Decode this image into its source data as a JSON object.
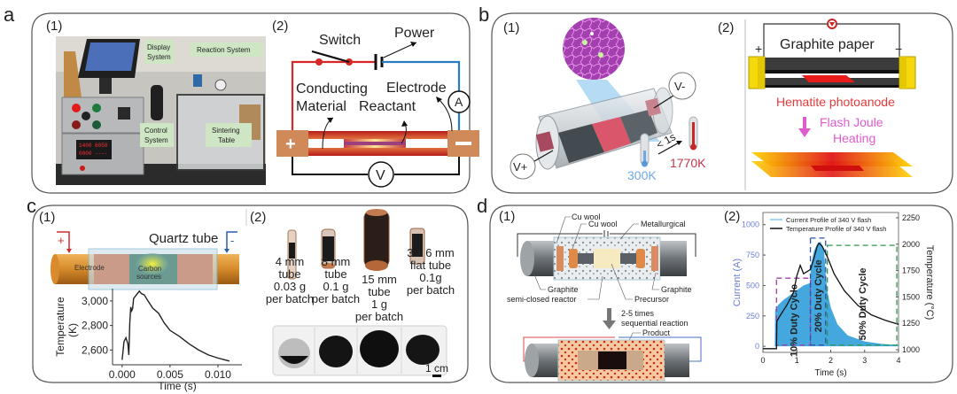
{
  "panels": {
    "a": {
      "letter": "a",
      "sub1": "(1)",
      "sub2": "(2)",
      "photo_labels": [
        "Display System",
        "Reaction System",
        "Control System",
        "Sintering Table"
      ],
      "photo_label_lines": {
        "display": [
          "Display",
          "System"
        ],
        "reaction": [
          "Reaction System"
        ],
        "control": [
          "Control",
          "System"
        ],
        "sintering": [
          "Sintering",
          "Table"
        ]
      },
      "circuit": {
        "switch": "Switch",
        "power": "Power",
        "conducting": [
          "Conducting",
          "Material"
        ],
        "reactant": "Reactant",
        "electrode": "Electrode",
        "ammeter": "A",
        "voltmeter": "V",
        "plus": "+",
        "minus": "−"
      }
    },
    "b": {
      "letter": "b",
      "sub1": "(1)",
      "sub2": "(2)",
      "vminus": "V-",
      "vplus": "V+",
      "time": "< 1s",
      "temp_low": "300K",
      "temp_high": "1770K",
      "graphite_paper": "Graphite paper",
      "plus": "+",
      "minus": "−",
      "hematite": "Hematite photoanode",
      "fjh": [
        "Flash Joule",
        "Heating"
      ]
    },
    "c": {
      "letter": "c",
      "sub1": "(1)",
      "sub2": "(2)",
      "quartz": "Quartz tube",
      "electrode": "Electrode",
      "carbon": [
        "Carbon",
        "sources"
      ],
      "plus": "+",
      "minus": "-",
      "tubes": [
        {
          "lines": [
            "4 mm",
            "tube",
            "0.03 g",
            "per batch"
          ]
        },
        {
          "lines": [
            "8 mm",
            "tube",
            "0.1 g",
            "per batch"
          ]
        },
        {
          "lines": [
            "15 mm",
            "tube",
            "1 g",
            "per batch"
          ]
        },
        {
          "lines": [
            "3 x 6 mm",
            "flat tube",
            "0.1g",
            "per batch"
          ]
        }
      ],
      "scale_bar": "1 cm"
    },
    "d": {
      "letter": "d",
      "sub1": "(1)",
      "sub2": "(2)",
      "labels": {
        "cu_wool_1": "Cu wool",
        "cu_wool_2": "Cu wool",
        "metallurgical": "Metallurgical",
        "graphite_left": "Graphite",
        "graphite_right": "Graphite",
        "semi_closed": "semi-closed reactor",
        "precursor": "Precursor",
        "sequential": [
          "2-5 times",
          "sequential reaction"
        ],
        "product": "Product"
      }
    }
  },
  "chart_data": [
    {
      "id": "c1-temperature",
      "type": "line",
      "title": "",
      "xlabel": "Time (s)",
      "ylabel": "Temperature (K)",
      "xlim": [
        -0.001,
        0.0125
      ],
      "ylim": [
        2480,
        3100
      ],
      "xticks": [
        0.0,
        0.005,
        0.01
      ],
      "xtick_labels": [
        "0.000",
        "0.005",
        "0.010"
      ],
      "yticks": [
        2600,
        2800,
        3000
      ],
      "ytick_labels": [
        "2,600",
        "2,800",
        "3,000"
      ],
      "grid": false,
      "series": [
        {
          "name": "Temperature",
          "x": [
            0.0,
            0.0002,
            0.0004,
            0.0006,
            0.0007,
            0.0008,
            0.0009,
            0.001,
            0.0011,
            0.0012,
            0.0014,
            0.0016,
            0.0018,
            0.002,
            0.0023,
            0.0027,
            0.0032,
            0.0038,
            0.0044,
            0.005,
            0.006,
            0.007,
            0.008,
            0.009,
            0.01,
            0.0112
          ],
          "y": [
            2520,
            2670,
            2700,
            2650,
            2560,
            2820,
            2950,
            2920,
            2940,
            3020,
            3040,
            3060,
            3080,
            3060,
            3050,
            3000,
            2940,
            2900,
            2820,
            2760,
            2710,
            2650,
            2600,
            2560,
            2535,
            2510
          ]
        }
      ]
    },
    {
      "id": "d2-current-temperature",
      "type": "area",
      "title": "",
      "xlabel": "Time (s)",
      "ylabel": "Current (A)",
      "y2label": "Temperature (°C)",
      "xlim": [
        0,
        4
      ],
      "ylim": [
        -50,
        1100
      ],
      "y2lim": [
        975,
        2300
      ],
      "xticks": [
        0,
        1,
        2,
        3,
        4
      ],
      "yticks": [
        0,
        250,
        500,
        750,
        1000
      ],
      "y2ticks": [
        1000,
        1250,
        1500,
        1750,
        2000,
        2250
      ],
      "legend": [
        "Current Profile of 340 V flash",
        "Temperature Profile of 340 V flash"
      ],
      "legend_position": "top",
      "series": [
        {
          "name": "Current Profile of 340 V flash",
          "color": "#3aa3dc",
          "x": [
            0,
            0.35,
            0.36,
            0.45,
            0.6,
            0.8,
            1.0,
            1.2,
            1.4,
            1.41,
            1.5,
            1.6,
            1.7,
            1.8,
            1.85,
            1.9,
            2.0,
            2.2,
            2.5,
            3.0,
            3.5,
            4.0
          ],
          "y": [
            0,
            0,
            300,
            340,
            380,
            420,
            460,
            500,
            520,
            660,
            780,
            840,
            860,
            800,
            600,
            450,
            320,
            180,
            90,
            40,
            20,
            10
          ]
        },
        {
          "name": "Temperature Profile of 340 V flash",
          "color": "#111111",
          "x": [
            0,
            0.4,
            0.41,
            0.5,
            0.7,
            0.9,
            1.0,
            1.1,
            1.2,
            1.3,
            1.4,
            1.5,
            1.6,
            1.65,
            1.75,
            1.9,
            2.1,
            2.4,
            2.8,
            3.2,
            3.6,
            4.0
          ],
          "y": [
            1010,
            1010,
            1270,
            1320,
            1420,
            1540,
            1700,
            1800,
            1720,
            1740,
            1760,
            1860,
            1980,
            2010,
            1980,
            1880,
            1720,
            1560,
            1420,
            1330,
            1280,
            1240
          ]
        }
      ],
      "annotations": [
        {
          "text": "10% Duty Cycle",
          "color": "#a23ea9",
          "x_range": [
            0.4,
            1.4
          ],
          "y_top": 560
        },
        {
          "text": "20% Duty Cycle",
          "color": "#2f4fa8",
          "x_range": [
            1.4,
            1.85
          ],
          "y_top": 890
        },
        {
          "text": "50% Duty Cycle",
          "color": "#2e9a4c",
          "x_range": [
            1.9,
            3.95
          ],
          "y_top": 830
        }
      ]
    }
  ]
}
